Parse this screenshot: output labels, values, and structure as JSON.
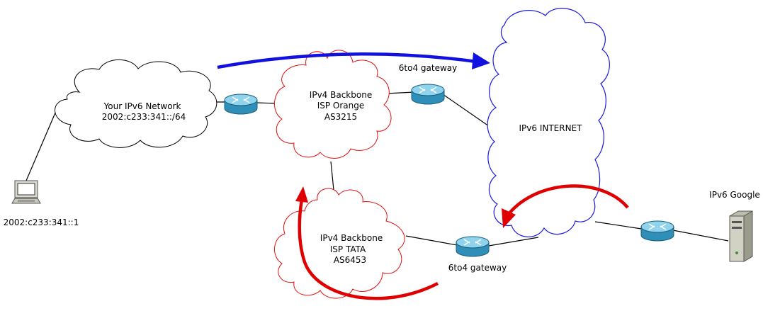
{
  "clouds": {
    "local_network": {
      "line1": "Your IPv6 Network",
      "line2": "2002:c233:341::/64"
    },
    "orange_backbone": {
      "line1": "IPv4 Backbone",
      "line2": "ISP Orange",
      "line3": "AS3215"
    },
    "tata_backbone": {
      "line1": "IPv4 Backbone",
      "line2": "ISP TATA",
      "line3": "AS6453"
    },
    "ipv6_internet": {
      "label": "IPv6 INTERNET"
    }
  },
  "gateways": {
    "top": {
      "label": "6to4 gateway"
    },
    "bottom": {
      "label": "6to4 gateway"
    }
  },
  "hosts": {
    "laptop": {
      "label": "2002:c233:341::1"
    },
    "server": {
      "label": "IPv6 Google"
    }
  },
  "colors": {
    "outbound_arrow": "#1010e0",
    "return_arrow": "#e00000",
    "router_body": "#2f8fb8",
    "router_top": "#8fd3ec"
  }
}
